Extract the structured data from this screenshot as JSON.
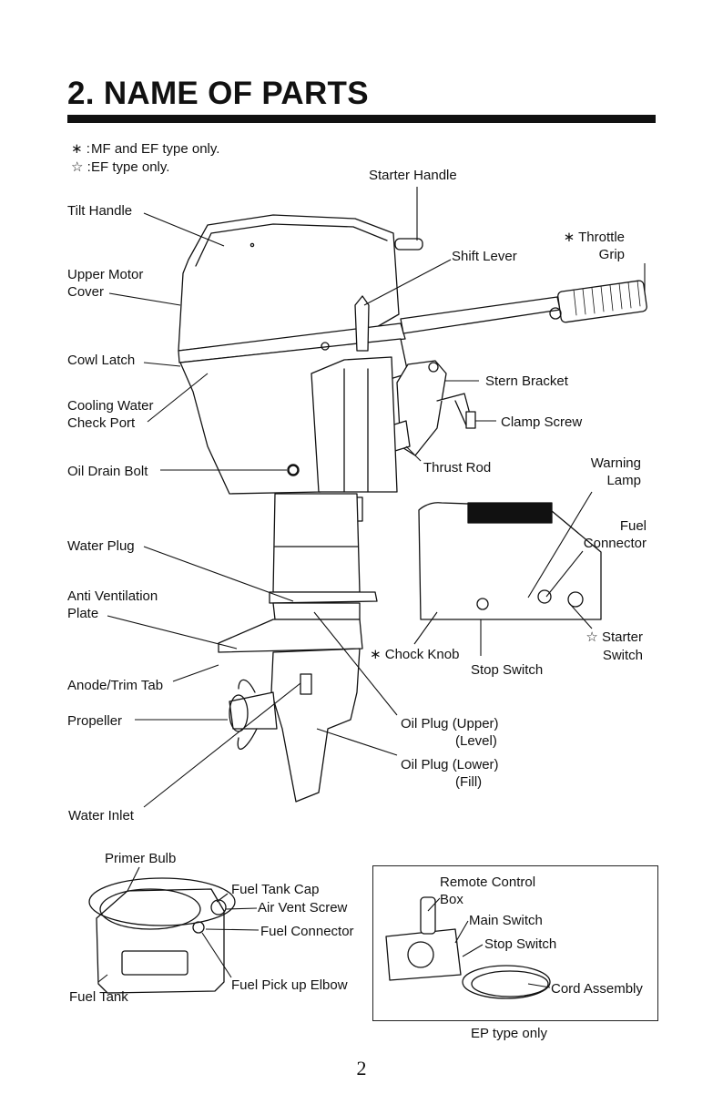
{
  "page": {
    "title": "2. NAME OF PARTS",
    "page_number": "2"
  },
  "legend": [
    {
      "symbol": "∗ :",
      "text": "MF and EF type only."
    },
    {
      "symbol": "☆ :",
      "text": "EF type only."
    }
  ],
  "labels": {
    "starter_handle": "Starter Handle",
    "tilt_handle": "Tilt Handle",
    "throttle_grip_1": "∗ Throttle",
    "throttle_grip_2": "Grip",
    "shift_lever": "Shift Lever",
    "upper_motor_cover_1": "Upper Motor",
    "upper_motor_cover_2": "Cover",
    "cowl_latch": "Cowl Latch",
    "stern_bracket": "Stern Bracket",
    "cooling_water_1": "Cooling Water",
    "cooling_water_2": "Check Port",
    "clamp_screw": "Clamp Screw",
    "oil_drain_bolt": "Oil Drain Bolt",
    "thrust_rod": "Thrust Rod",
    "warning_lamp_1": "Warning",
    "warning_lamp_2": "Lamp",
    "fuel_connector_1": "Fuel",
    "fuel_connector_2": "Connector",
    "water_plug": "Water Plug",
    "anti_vent_1": "Anti Ventilation",
    "anti_vent_2": "Plate",
    "starter_switch_1": "☆ Starter",
    "starter_switch_2": "Switch",
    "chock_knob": "∗ Chock Knob",
    "stop_switch": "Stop Switch",
    "anode_trim_tab": "Anode/Trim Tab",
    "propeller": "Propeller",
    "oil_plug_upper_1": "Oil Plug (Upper)",
    "oil_plug_upper_2": "(Level)",
    "oil_plug_lower_1": "Oil Plug (Lower)",
    "oil_plug_lower_2": "(Fill)",
    "water_inlet": "Water Inlet"
  },
  "tank_labels": {
    "primer_bulb": "Primer Bulb",
    "fuel_tank_cap": "Fuel Tank Cap",
    "air_vent_screw": "Air Vent Screw",
    "fuel_connector": "Fuel Connector",
    "fuel_pickup_elbow": "Fuel Pick up Elbow",
    "fuel_tank": "Fuel Tank"
  },
  "remote_box": {
    "remote_control_1": "Remote Control",
    "remote_control_2": "Box",
    "main_switch": "Main Switch",
    "stop_switch": "Stop Switch",
    "cord_assembly": "Cord Assembly",
    "caption": "EP type only"
  }
}
